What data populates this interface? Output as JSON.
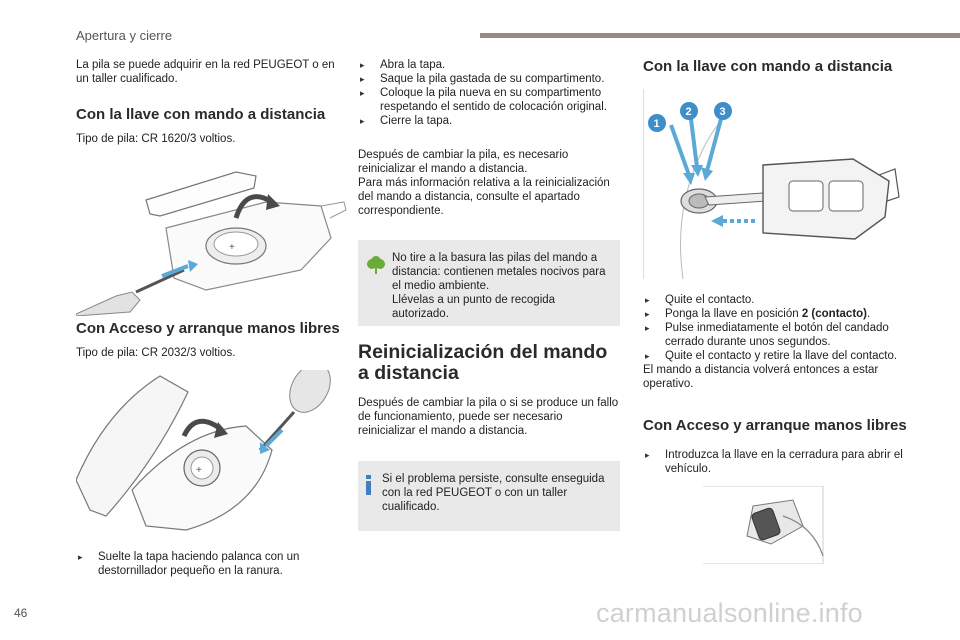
{
  "header": {
    "section_title": "Apertura y cierre"
  },
  "page_number": "46",
  "watermark": "carmanualsonline.info",
  "col1": {
    "intro": "La pila se puede adquirir en la red PEUGEOT o en un taller cualificado.",
    "remote_heading": "Con la llave con mando a distancia",
    "remote_battery": "Tipo de pila: CR 1620/3 voltios.",
    "keyless_heading": "Con Acceso y arranque manos libres",
    "keyless_battery": "Tipo de pila: CR 2032/3 voltios.",
    "keyless_steps": [
      "Suelte la tapa haciendo palanca con un destornillador pequeño en la ranura."
    ]
  },
  "col2": {
    "steps": [
      "Abra la tapa.",
      "Saque la pila gastada de su compartimento.",
      "Coloque la pila nueva en su compartimento respetando el sentido de colocación original.",
      "Cierre la tapa."
    ],
    "after_change": [
      "Después de cambiar la pila, es necesario reinicializar el mando a distancia.",
      "Para más información relativa a la reinicialización del mando a distancia, consulte el apartado correspondiente."
    ],
    "env_note": [
      "No tire a la basura las pilas del mando a distancia: contienen metales nocivos para el medio ambiente.",
      "Llévelas a un punto de recogida autorizado."
    ],
    "reinit_heading": "Reinicialización del mando a distancia",
    "reinit_text": "Después de cambiar la pila o si se produce un fallo de funcionamiento, puede ser necesario reinicializar el mando a distancia.",
    "info_note": "Si el problema persiste, consulte enseguida con la red PEUGEOT o con un taller cualificado."
  },
  "col3": {
    "remote_heading": "Con la llave con mando a distancia",
    "illus_numbers": [
      "1",
      "2",
      "3"
    ],
    "steps": [
      {
        "pre": "Quite el contacto.",
        "bold": "",
        "post": ""
      },
      {
        "pre": "Ponga la llave en posición ",
        "bold": "2 (contacto)",
        "post": "."
      },
      {
        "pre": "Pulse inmediatamente el botón del candado cerrado durante unos segundos.",
        "bold": "",
        "post": ""
      },
      {
        "pre": "Quite el contacto y retire la llave del contacto.",
        "bold": "",
        "post": ""
      }
    ],
    "result": "El mando a distancia volverá entonces a estar operativo.",
    "keyless_heading": "Con Acceso y arranque manos libres",
    "keyless_steps": [
      "Introduzca la llave en la cerradura para abrir el vehículo."
    ]
  },
  "colors": {
    "accent_bar": "#9b8a83",
    "note_bg": "#e9e9e9",
    "env_icon": "#6aab3a",
    "info_icon": "#3f7fc1",
    "number_badge": "#3d8ec9",
    "arrow": "#5aa9d6"
  }
}
